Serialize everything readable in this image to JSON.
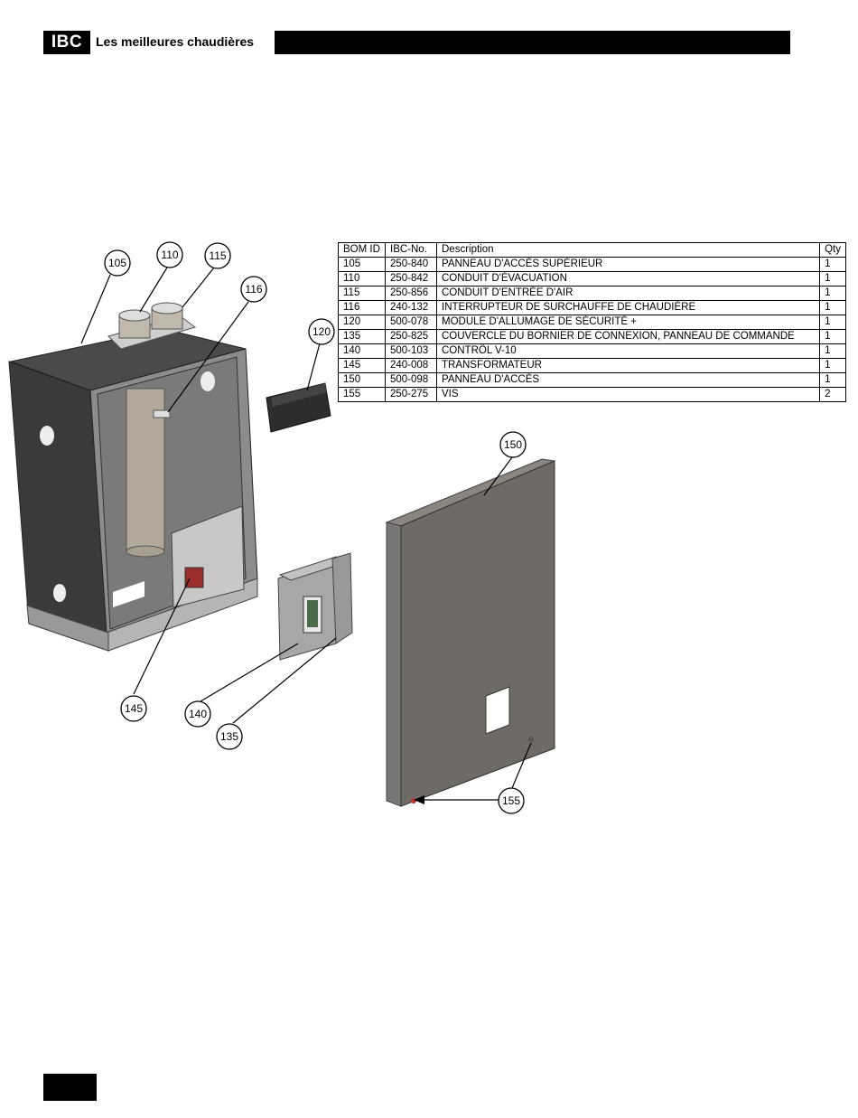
{
  "header": {
    "logo": "IBC",
    "tagline": "Les meilleures chaudières"
  },
  "bom_table": {
    "columns": [
      "BOM ID",
      "IBC-No.",
      "Description",
      "Qty"
    ],
    "rows": [
      [
        "105",
        "250-840",
        "PANNEAU D'ACCÈS SUPÉRIEUR",
        "1"
      ],
      [
        "110",
        "250-842",
        "CONDUIT D'ÉVACUATION",
        "1"
      ],
      [
        "115",
        "250-856",
        "CONDUIT D'ENTRÉE D'AIR",
        "1"
      ],
      [
        "116",
        "240-132",
        "INTERRUPTEUR DE SURCHAUFFE DE CHAUDIÈRE",
        "1"
      ],
      [
        "120",
        "500-078",
        "MODULE D'ALLUMAGE DE SÉCURITÉ +",
        "1"
      ],
      [
        "135",
        "250-825",
        "COUVERCLE DU BORNIER DE CONNEXION, PANNEAU DE COMMANDE",
        "1"
      ],
      [
        "140",
        "500-103",
        "CONTRÔL V-10",
        "1"
      ],
      [
        "145",
        "240-008",
        "TRANSFORMATEUR",
        "1"
      ],
      [
        "150",
        "500-098",
        "PANNEAU D'ACCÈS",
        "1"
      ],
      [
        "155",
        "250-275",
        "VIS",
        "2"
      ]
    ]
  },
  "callouts": [
    "105",
    "110",
    "115",
    "116",
    "120",
    "145",
    "140",
    "135",
    "150",
    "155"
  ]
}
